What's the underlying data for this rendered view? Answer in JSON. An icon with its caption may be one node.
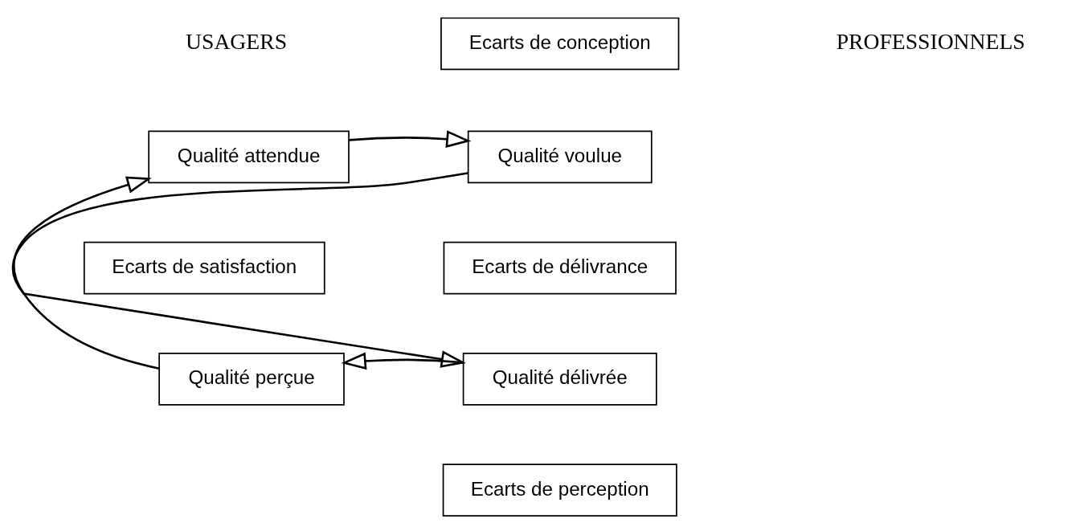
{
  "diagram": {
    "nodes": [
      {
        "text": [
          "Ecarts de conception"
        ]
      },
      {
        "text": [
          "Qualité attendue"
        ]
      },
      {
        "text": [
          "Qualité voulue"
        ]
      },
      {
        "text": [
          "Ecarts de satisfaction"
        ]
      },
      {
        "text": [
          "Ecarts de délivrance"
        ]
      },
      {
        "text": [
          "Qualité perçue"
        ]
      },
      {
        "text": [
          "Qualité délivrée"
        ]
      },
      {
        "text": [
          "Ecarts de perception"
        ]
      }
    ],
    "edges": [
      {
        "from": 1,
        "to": 2,
        "arrow": "to"
      },
      {
        "from": 2,
        "to": 6,
        "arrow": "to"
      },
      {
        "from": 6,
        "to": 5,
        "arrow": "to"
      },
      {
        "from": 5,
        "to": 1,
        "arrow": "to"
      }
    ],
    "labels": [
      "USAGERS",
      "PROFESSIONNELS"
    ]
  }
}
